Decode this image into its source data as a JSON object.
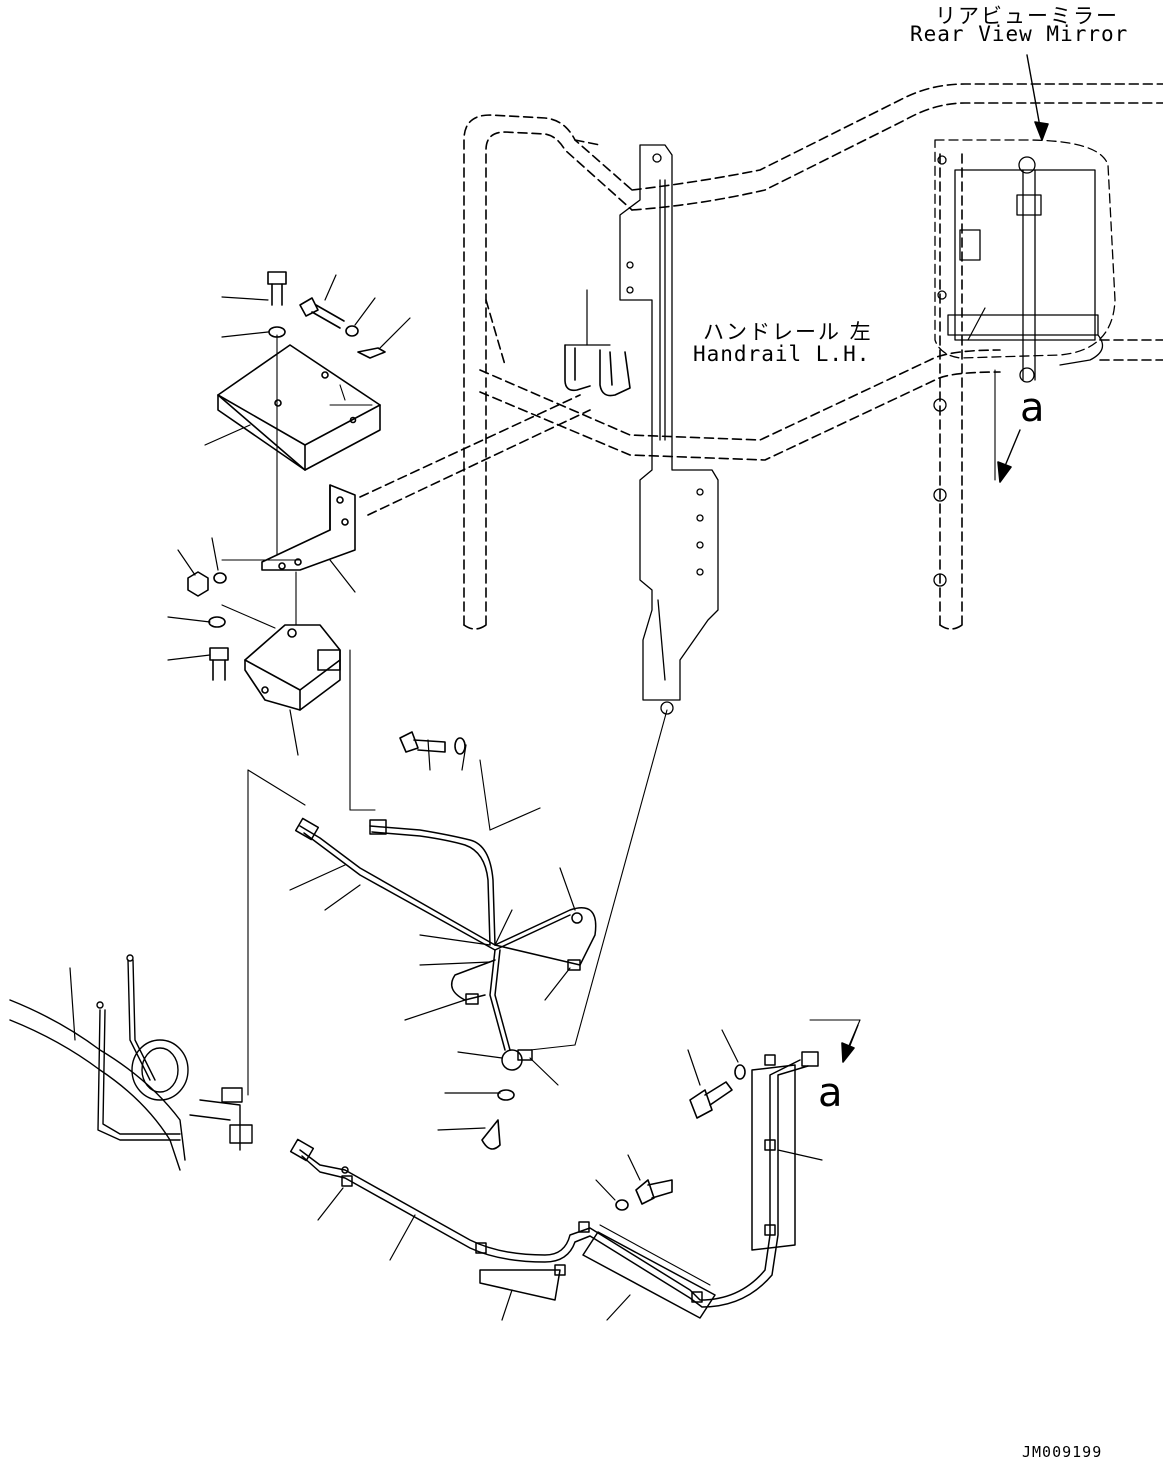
{
  "labels": {
    "mirror_jp": "リアビューミラー",
    "mirror_en": "Rear View Mirror",
    "handrail_jp": "ハンドレール 左",
    "handrail_en": "Handrail L.H.",
    "view_a_upper": "a",
    "view_a_lower": "a",
    "drawing_code": "JM009199"
  },
  "colors": {
    "ink": "#000000",
    "paper": "#ffffff"
  }
}
